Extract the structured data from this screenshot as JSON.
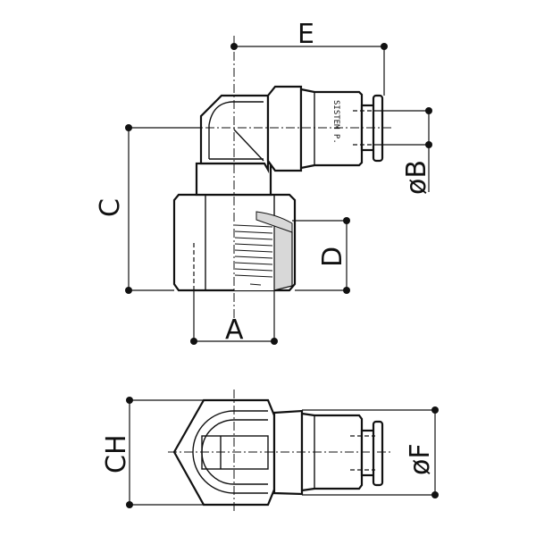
{
  "labels": {
    "E": "E",
    "C": "C",
    "B": "øB",
    "D": "D",
    "A": "A",
    "CH": "CH",
    "F": "øF"
  },
  "brand_marking": "SISTEM P.",
  "colors": {
    "line": "#111111",
    "thread_fill": "#d8d8d8"
  }
}
